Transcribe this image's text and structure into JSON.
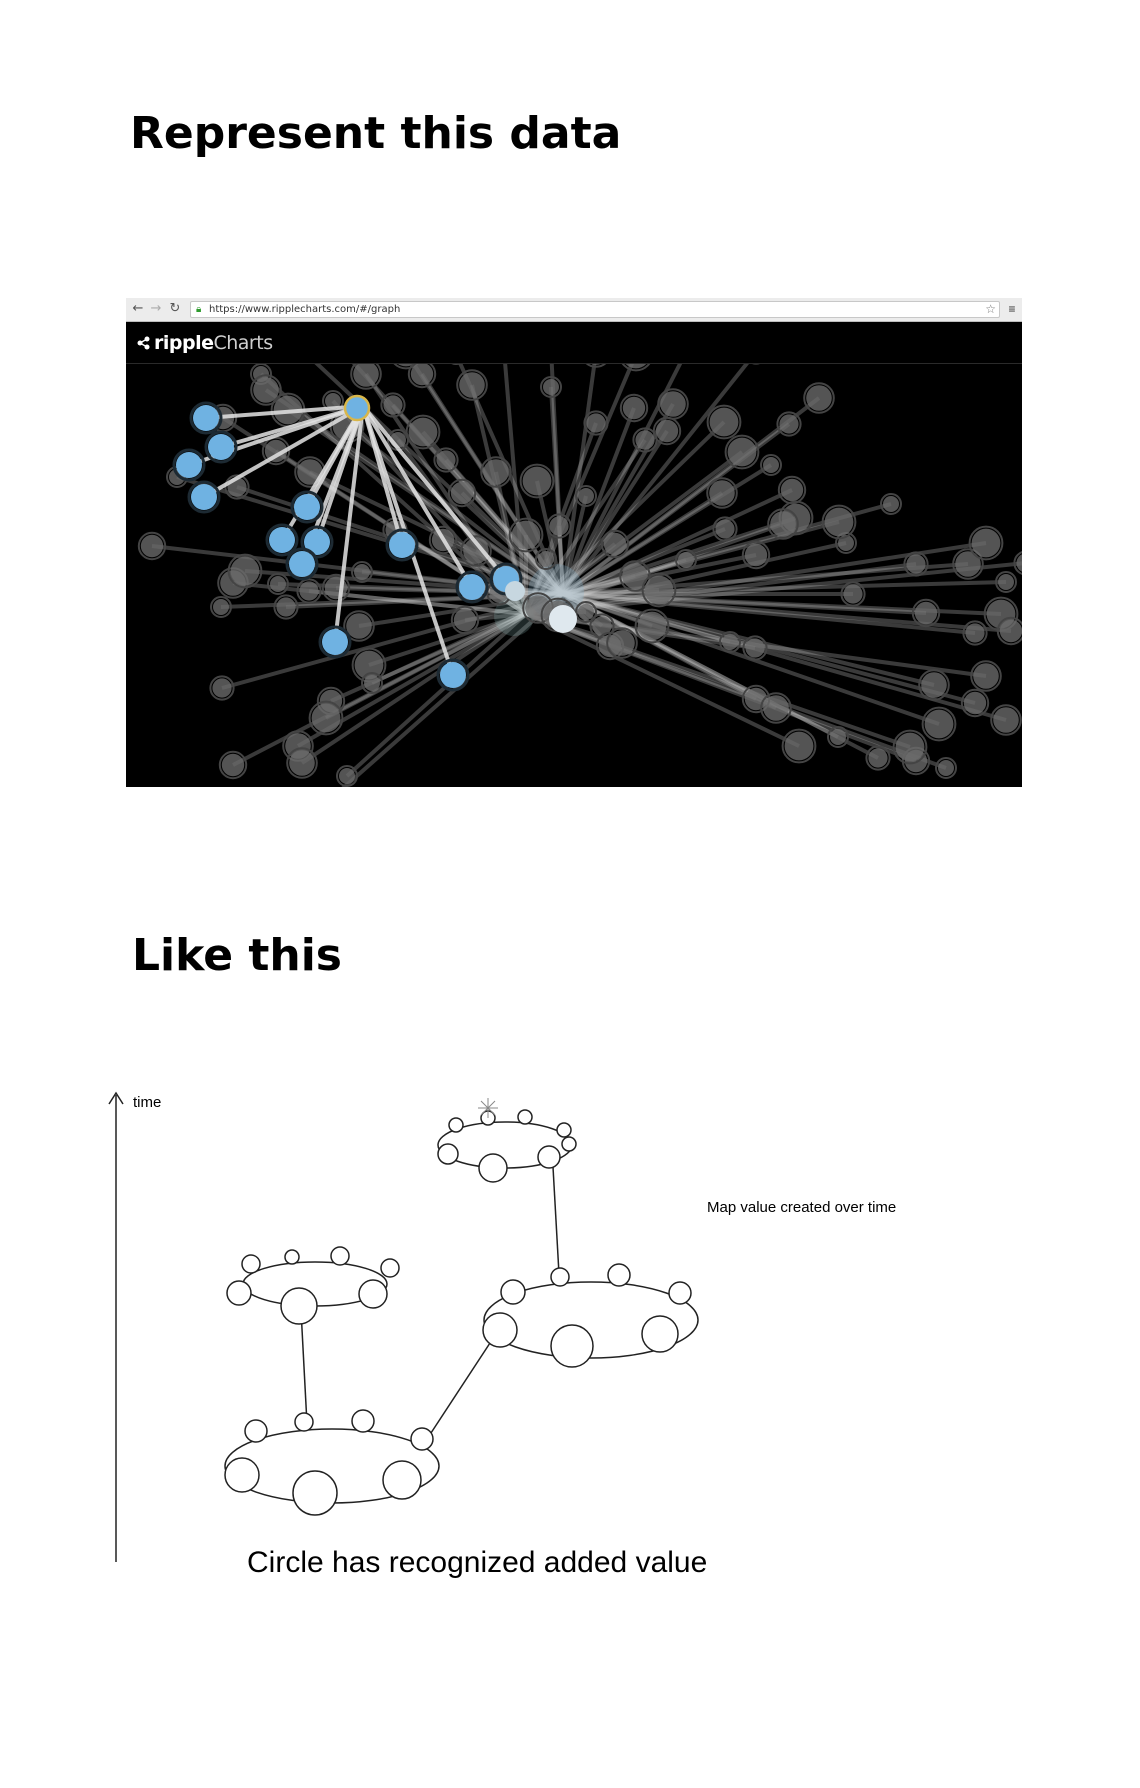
{
  "headings": {
    "top": "Represent this data",
    "bottom": "Like this"
  },
  "browser": {
    "url": "https://www.ripplecharts.com/#/graph",
    "nav": {
      "back": "←",
      "forward": "→",
      "reload": "↻"
    },
    "star": "☆",
    "menu": "≡",
    "logo_bold": "ripple",
    "logo_light": "Charts"
  },
  "diagram": {
    "axis_label": "time",
    "note": "Map value created over time",
    "caption": "Circle has recognized added value"
  }
}
